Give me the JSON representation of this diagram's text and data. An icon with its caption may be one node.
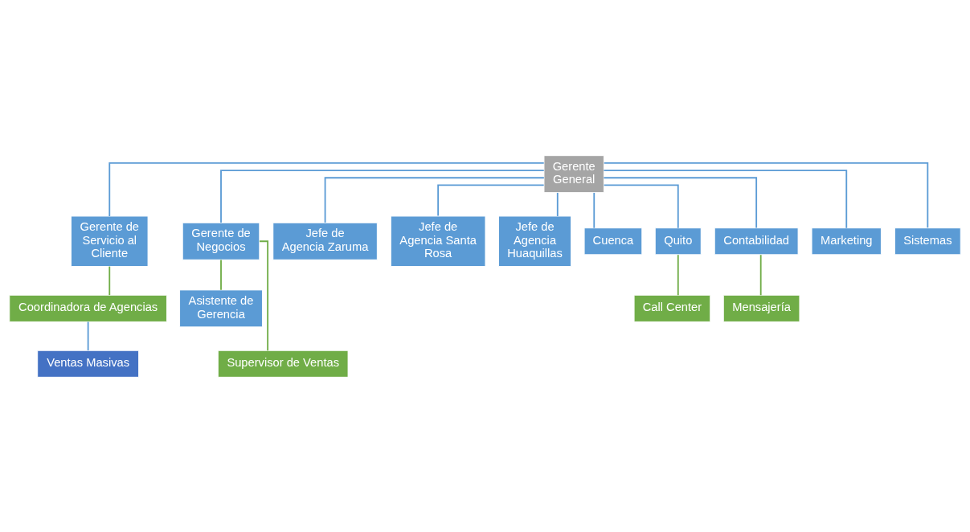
{
  "diagram": {
    "nodes": [
      {
        "text": [
          "Gerente General"
        ]
      },
      {
        "text": [
          "Gerente de Servicio al Cliente"
        ]
      },
      {
        "text": [
          "Gerente de Negocios"
        ]
      },
      {
        "text": [
          "Coordinadora de Agencias"
        ]
      },
      {
        "text": [
          "Asistente de Gerencia"
        ]
      },
      {
        "text": [
          "Ventas Masivas"
        ]
      },
      {
        "text": [
          "Supervisor de Ventas"
        ]
      },
      {
        "text": [
          "Jefe de Agencia Zaruma"
        ]
      },
      {
        "text": [
          "Jefe de Agencia Santa Rosa"
        ]
      },
      {
        "text": [
          "Jefe de Agencia Huaquillas"
        ]
      },
      {
        "text": [
          "Cuenca"
        ]
      },
      {
        "text": [
          "Quito"
        ]
      },
      {
        "text": [
          "Contabilidad"
        ]
      },
      {
        "text": [
          "Marketing"
        ]
      },
      {
        "text": [
          "Sistemas"
        ]
      },
      {
        "text": [
          "Call Center"
        ]
      },
      {
        "text": [
          "Mensajería"
        ]
      }
    ],
    "edges": [
      {
        "from": 0,
        "to": 1,
        "arrow": "none"
      },
      {
        "from": 0,
        "to": 2,
        "arrow": "none"
      },
      {
        "from": 1,
        "to": 3,
        "arrow": "none",
        "color": "#70ad47"
      },
      {
        "from": 3,
        "to": 5,
        "arrow": "none"
      },
      {
        "from": 2,
        "to": 4,
        "arrow": "none",
        "color": "#70ad47"
      },
      {
        "from": 2,
        "to": 6,
        "arrow": "none",
        "color": "#70ad47"
      },
      {
        "from": 0,
        "to": 7,
        "arrow": "none"
      },
      {
        "from": 0,
        "to": 8,
        "arrow": "none"
      },
      {
        "from": 0,
        "to": 9,
        "arrow": "none"
      },
      {
        "from": 0,
        "to": 10,
        "arrow": "none"
      },
      {
        "from": 0,
        "to": 11,
        "arrow": "none"
      },
      {
        "from": 0,
        "to": 12,
        "arrow": "none"
      },
      {
        "from": 0,
        "to": 13,
        "arrow": "none"
      },
      {
        "from": 0,
        "to": 14,
        "arrow": "none"
      },
      {
        "from": 11,
        "to": 15,
        "arrow": "none",
        "color": "#70ad47"
      },
      {
        "from": 12,
        "to": 16,
        "arrow": "none",
        "color": "#70ad47"
      }
    ]
  }
}
